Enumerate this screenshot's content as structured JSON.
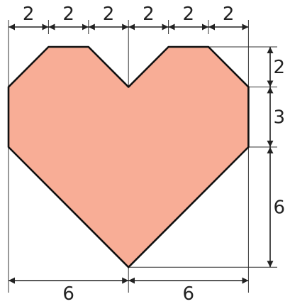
{
  "colors": {
    "heart_fill": "#F8AD96",
    "outline": "#111111",
    "dimension": "#222222"
  },
  "shape": {
    "name": "heart",
    "grid_units": {
      "width": 12,
      "height": 11
    },
    "vertices": [
      [
        0,
        2
      ],
      [
        2,
        0
      ],
      [
        4,
        0
      ],
      [
        6,
        2
      ],
      [
        8,
        0
      ],
      [
        10,
        0
      ],
      [
        12,
        2
      ],
      [
        12,
        5
      ],
      [
        6,
        11
      ],
      [
        0,
        5
      ]
    ]
  },
  "dimensions": {
    "top": [
      {
        "from": 0,
        "to": 2,
        "label": "2"
      },
      {
        "from": 2,
        "to": 4,
        "label": "2"
      },
      {
        "from": 4,
        "to": 6,
        "label": "2"
      },
      {
        "from": 6,
        "to": 8,
        "label": "2"
      },
      {
        "from": 8,
        "to": 10,
        "label": "2"
      },
      {
        "from": 10,
        "to": 12,
        "label": "2"
      }
    ],
    "right": [
      {
        "from": 0,
        "to": 2,
        "label": "2"
      },
      {
        "from": 2,
        "to": 5,
        "label": "3"
      },
      {
        "from": 5,
        "to": 11,
        "label": "6"
      }
    ],
    "bottom": [
      {
        "from": 0,
        "to": 6,
        "label": "6"
      },
      {
        "from": 6,
        "to": 12,
        "label": "6"
      }
    ]
  }
}
